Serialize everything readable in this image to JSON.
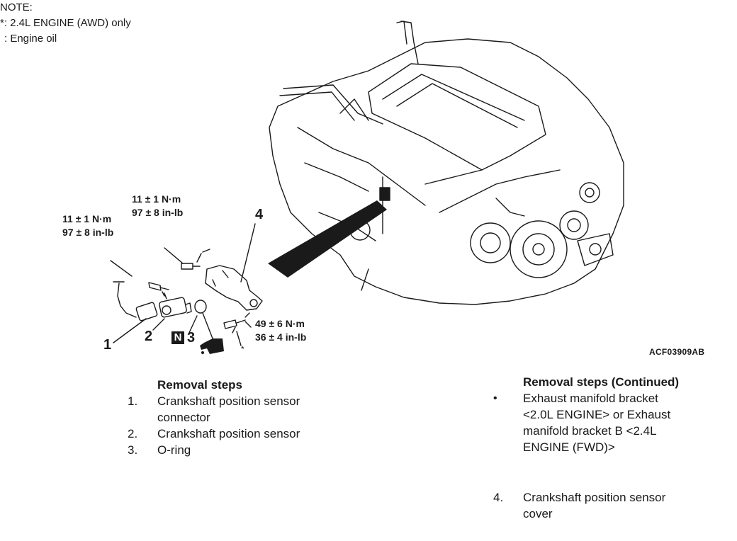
{
  "note": {
    "title": "NOTE:",
    "awd_line": "*: 2.4L ENGINE (AWD) only",
    "oil_line": ": Engine oil",
    "oil_icon": "engine-oil-can-icon"
  },
  "torques": [
    {
      "id": "t1",
      "nm": "11 ± 1 N·m",
      "inlb": "97 ± 8 in-lb"
    },
    {
      "id": "t2",
      "nm": "11 ± 1 N·m",
      "inlb": "97 ± 8 in-lb"
    },
    {
      "id": "t3",
      "nm": "49 ± 6 N·m",
      "inlb": "36 ± 4 in-lb"
    }
  ],
  "callouts": {
    "c1": "1",
    "c2": "2",
    "c3": "3",
    "c4": "4",
    "asterisk": "*",
    "n_mark": "N"
  },
  "figure_id": "ACF03909AB",
  "removal_left": {
    "title": "Removal steps",
    "items": [
      {
        "num": "1.",
        "text_a": "Crankshaft position sensor",
        "text_b": "connector"
      },
      {
        "num": "2.",
        "text_a": "Crankshaft position sensor",
        "text_b": ""
      },
      {
        "num": "3.",
        "text_a": "O-ring",
        "text_b": ""
      }
    ]
  },
  "removal_right": {
    "title": "Removal steps (Continued)",
    "bullet": "•",
    "bullet_lines": [
      "Exhaust manifold bracket",
      "<2.0L ENGINE> or Exhaust",
      "manifold bracket B <2.4L",
      "ENGINE (FWD)>"
    ],
    "item4": {
      "num": "4.",
      "text_a": "Crankshaft position sensor",
      "text_b": "cover"
    }
  }
}
